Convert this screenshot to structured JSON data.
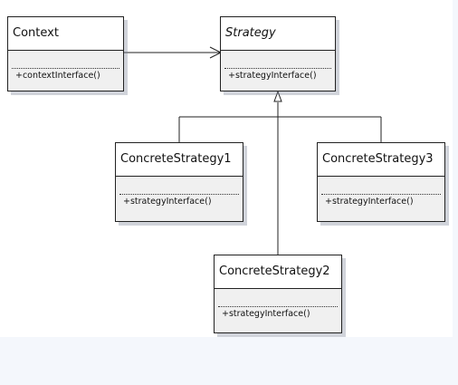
{
  "classes": {
    "context": {
      "name": "Context",
      "operation": "+contextInterface()"
    },
    "strategy": {
      "name": "Strategy",
      "operation": "+strategyInterface()"
    },
    "concrete1": {
      "name": "ConcreteStrategy1",
      "operation": "+strategyInterface()"
    },
    "concrete2": {
      "name": "ConcreteStrategy2",
      "operation": "+strategyInterface()"
    },
    "concrete3": {
      "name": "ConcreteStrategy3",
      "operation": "+strategyInterface()"
    }
  }
}
